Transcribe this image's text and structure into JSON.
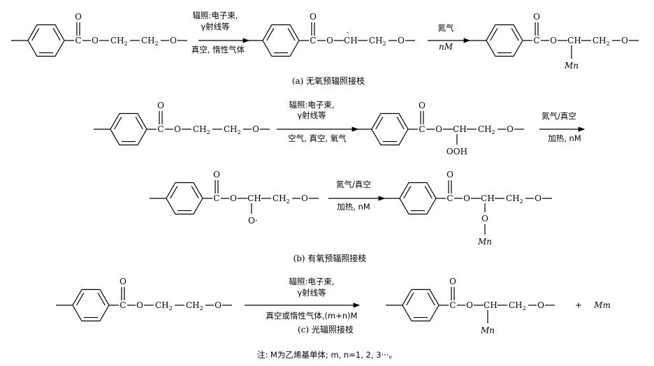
{
  "chem": {
    "C": "C",
    "O": "O",
    "H": "H",
    "Ocarb": "O",
    "ch2": "CH",
    "sub2": "2",
    "bond_o": "—O—",
    "ooh": "OOH",
    "o_rad": "O·",
    "m_italic_n": "Mn",
    "m_italic_m": "Mm",
    "plus": "+"
  },
  "section_a": {
    "arrow1_top1": "辐照:电子束,",
    "arrow1_top2": "γ射线等",
    "arrow1_bottom": "真空, 惰性气体",
    "arrow2_top": "氮气",
    "arrow2_bottom": "nM",
    "caption": "(a) 无氧预辐照接枝"
  },
  "section_b": {
    "arrow1_top1": "辐照:电子束,",
    "arrow1_top2": "γ射线等",
    "arrow1_bottom": "空气, 真空, 氧气",
    "arrow2_top": "氮气/真空",
    "arrow2_bottom": "加热, nM",
    "arrow3_top": "氮气/真空",
    "arrow3_bottom": "加热, nM",
    "caption": "(b) 有氧预辐照接枝"
  },
  "section_c": {
    "arrow1_top1": "辐照:电子束,",
    "arrow1_top2": "γ射线等",
    "arrow1_bottom": "真空或惰性气体,(m+n)M",
    "caption": "(c) 光辐照接枝"
  },
  "note": "注: M为乙烯基单体; m, n=1, 2, 3···。"
}
